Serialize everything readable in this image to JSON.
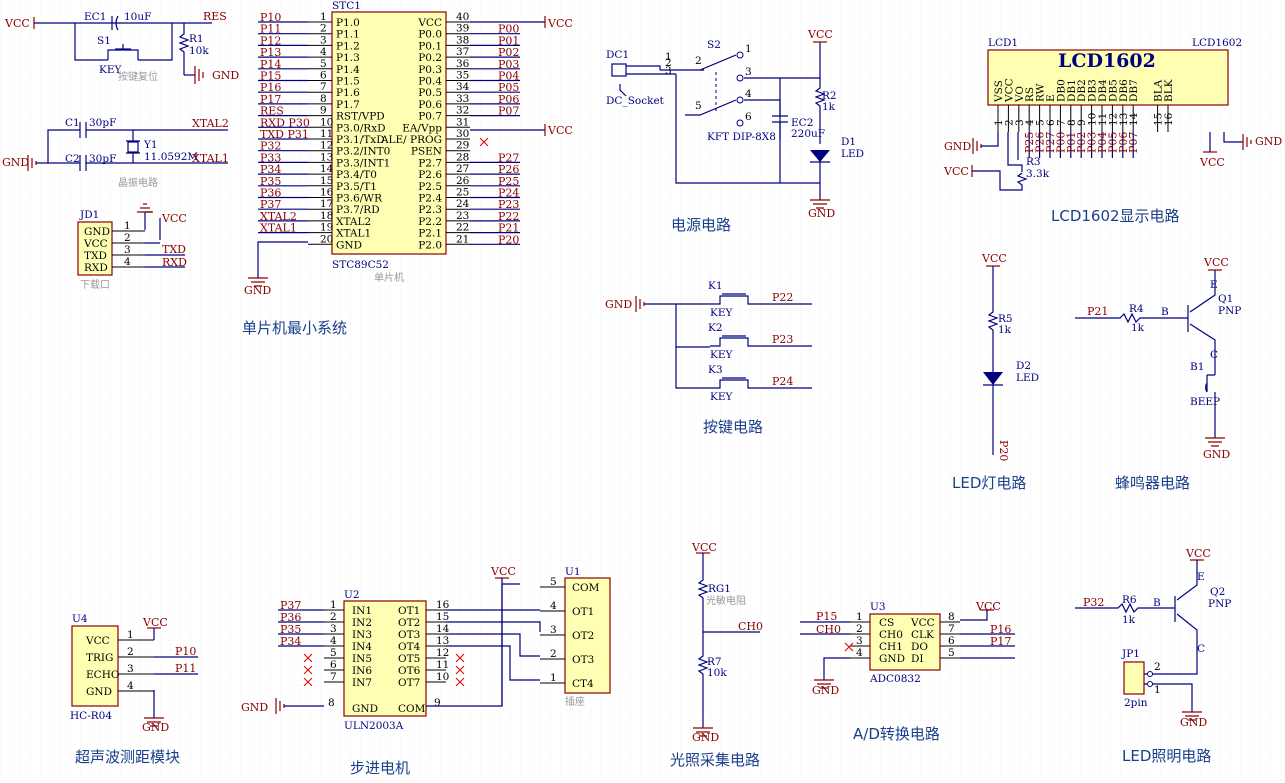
{
  "titles": {
    "mcu": "单片机最小系统",
    "power": "电源电路",
    "lcd": "LCD1602显示电路",
    "keys": "按键电路",
    "led": "LED灯电路",
    "buzzer": "蜂鸣器电路",
    "ultra": "超声波测距模块",
    "stepper": "步进电机",
    "light": "光照采集电路",
    "adc": "A/D转换电路",
    "lighting": "LED照明电路"
  },
  "notes": {
    "reset": "按键复位",
    "crystal": "晶振电路",
    "download": "下载口",
    "mcu": "单片机",
    "socket": "插座",
    "photo": "光敏电阻"
  },
  "power_nets": {
    "vcc": "VCC",
    "gnd": "GND"
  },
  "reset": {
    "ec1": "EC1",
    "ec1_val": "10uF",
    "s1": "S1",
    "key": "KEY",
    "r1": "R1",
    "r1_val": "10k",
    "res": "RES"
  },
  "crystal": {
    "c1": "C1",
    "c2": "C2",
    "cval": "30pF",
    "y1": "Y1",
    "yval": "11.0592M",
    "x2": "XTAL2",
    "x1": "XTAL1"
  },
  "jd1": {
    "ref": "JD1",
    "pins": [
      "GND",
      "VCC",
      "TXD",
      "RXD"
    ],
    "nums": [
      "1",
      "2",
      "3",
      "4"
    ],
    "nets": [
      "TXD",
      "RXD"
    ]
  },
  "mcu": {
    "ref": "STC1",
    "part": "STC89C52",
    "left_pins": [
      {
        "n": "1",
        "name": "P1.0",
        "net": "P10"
      },
      {
        "n": "2",
        "name": "P1.1",
        "net": "P11"
      },
      {
        "n": "3",
        "name": "P1.2",
        "net": "P12"
      },
      {
        "n": "4",
        "name": "P1.3",
        "net": "P13"
      },
      {
        "n": "5",
        "name": "P1.4",
        "net": "P14"
      },
      {
        "n": "6",
        "name": "P1.5",
        "net": "P15"
      },
      {
        "n": "7",
        "name": "P1.6",
        "net": "P16"
      },
      {
        "n": "8",
        "name": "P1.7",
        "net": "P17"
      },
      {
        "n": "9",
        "name": "RST/VPD",
        "net": "RES"
      },
      {
        "n": "10",
        "name": "P3.0/RxD",
        "net": "RXD P30"
      },
      {
        "n": "11",
        "name": "P3.1/TxD",
        "net": "TXD P31"
      },
      {
        "n": "12",
        "name": "P3.2/INT0",
        "net": "P32"
      },
      {
        "n": "13",
        "name": "P3.3/INT1",
        "net": "P33"
      },
      {
        "n": "14",
        "name": "P3.4/T0",
        "net": "P34"
      },
      {
        "n": "15",
        "name": "P3.5/T1",
        "net": "P35"
      },
      {
        "n": "16",
        "name": "P3.6/WR",
        "net": "P36"
      },
      {
        "n": "17",
        "name": "P3.7/RD",
        "net": "P37"
      },
      {
        "n": "18",
        "name": "XTAL2",
        "net": "XTAL2"
      },
      {
        "n": "19",
        "name": "XTAL1",
        "net": "XTAL1"
      },
      {
        "n": "20",
        "name": "GND",
        "net": ""
      }
    ],
    "right_pins": [
      {
        "n": "40",
        "name": "VCC",
        "net": ""
      },
      {
        "n": "39",
        "name": "P0.0",
        "net": "P00"
      },
      {
        "n": "38",
        "name": "P0.1",
        "net": "P01"
      },
      {
        "n": "37",
        "name": "P0.2",
        "net": "P02"
      },
      {
        "n": "36",
        "name": "P0.3",
        "net": "P03"
      },
      {
        "n": "35",
        "name": "P0.4",
        "net": "P04"
      },
      {
        "n": "34",
        "name": "P0.5",
        "net": "P05"
      },
      {
        "n": "33",
        "name": "P0.6",
        "net": "P06"
      },
      {
        "n": "32",
        "name": "P0.7",
        "net": "P07"
      },
      {
        "n": "31",
        "name": "EA/Vpp",
        "net": ""
      },
      {
        "n": "30",
        "name": "ALE/ PROG",
        "net": ""
      },
      {
        "n": "29",
        "name": "PSEN",
        "net": ""
      },
      {
        "n": "28",
        "name": "P2.7",
        "net": "P27"
      },
      {
        "n": "27",
        "name": "P2.6",
        "net": "P26"
      },
      {
        "n": "26",
        "name": "P2.5",
        "net": "P25"
      },
      {
        "n": "25",
        "name": "P2.4",
        "net": "P24"
      },
      {
        "n": "24",
        "name": "P2.3",
        "net": "P23"
      },
      {
        "n": "23",
        "name": "P2.2",
        "net": "P22"
      },
      {
        "n": "22",
        "name": "P2.1",
        "net": "P21"
      },
      {
        "n": "21",
        "name": "P2.0",
        "net": "P20"
      }
    ]
  },
  "power": {
    "dc1": "DC1",
    "dc_socket": "DC_Socket",
    "s2": "S2",
    "sw": "KFT DIP-8X8",
    "r2": "R2",
    "r2_val": "1k",
    "ec2": "EC2",
    "ec2_val": "220uF",
    "d1": "D1",
    "led": "LED",
    "pins": [
      "1",
      "2",
      "3",
      "4",
      "5",
      "6",
      "1",
      "2",
      "3"
    ]
  },
  "lcd": {
    "ref": "LCD1",
    "name": "LCD1602",
    "corner": "LCD1602",
    "pins": [
      "VSS",
      "VCC",
      "VO",
      "RS",
      "RW",
      "E",
      "DB0",
      "DB1",
      "DB2",
      "DB3",
      "DB4",
      "DB5",
      "DB6",
      "DB7",
      "BLA",
      "BLK"
    ],
    "nums": [
      "1",
      "2",
      "3",
      "4",
      "5",
      "6",
      "7",
      "8",
      "9",
      "10",
      "11",
      "12",
      "13",
      "14",
      "15",
      "16"
    ],
    "nets": [
      "P25",
      "P26",
      "P27",
      "P00",
      "P01",
      "P02",
      "P03",
      "P04",
      "P05",
      "P06",
      "P07"
    ],
    "r3": "R3",
    "r3_val": "3.3k"
  },
  "keys": {
    "items": [
      {
        "ref": "K1",
        "net": "P22"
      },
      {
        "ref": "K2",
        "net": "P23"
      },
      {
        "ref": "K3",
        "net": "P24"
      }
    ],
    "key": "KEY"
  },
  "led": {
    "r5": "R5",
    "r5_val": "1k",
    "d2": "D2",
    "led": "LED",
    "net": "P20"
  },
  "buzzer": {
    "q1": "Q1",
    "pnp": "PNP",
    "r4": "R4",
    "r4_val": "1k",
    "net": "P21",
    "b": "B",
    "e": "E",
    "c": "C",
    "b1": "B1",
    "beep": "BEEP"
  },
  "ultra": {
    "ref": "U4",
    "part": "HC-R04",
    "pins": [
      "VCC",
      "TRIG",
      "ECHO",
      "GND"
    ],
    "nums": [
      "1",
      "2",
      "3",
      "4"
    ],
    "nets": [
      "P10",
      "P11"
    ]
  },
  "stepper": {
    "u2": "U2",
    "part": "ULN2003A",
    "ins": [
      "IN1",
      "IN2",
      "IN3",
      "IN4",
      "IN5",
      "IN6",
      "IN7"
    ],
    "outs": [
      "OT1",
      "OT2",
      "OT3",
      "OT4",
      "OT5",
      "OT6",
      "OT7"
    ],
    "lnums": [
      "1",
      "2",
      "3",
      "4",
      "5",
      "6",
      "7"
    ],
    "rnums": [
      "16",
      "15",
      "14",
      "13",
      "12",
      "11",
      "10"
    ],
    "nets": [
      "P37",
      "P36",
      "P35",
      "P34"
    ],
    "gnd": "GND",
    "com": "COM",
    "p8": "8",
    "p9": "9",
    "u1": "U1",
    "u1_pins": [
      "COM",
      "OT1",
      "OT2",
      "OT3",
      "CT4"
    ],
    "u1_nums": [
      "5",
      "4",
      "3",
      "2",
      "1"
    ]
  },
  "light": {
    "rg1": "RG1",
    "r7": "R7",
    "r7_val": "10k",
    "net": "CH0"
  },
  "adc": {
    "ref": "U3",
    "part": "ADC0832",
    "lpins": [
      "CS",
      "CH0",
      "CH1",
      "GND"
    ],
    "rpins": [
      "VCC",
      "CLK",
      "DO",
      "DI"
    ],
    "lnums": [
      "1",
      "2",
      "3",
      "4"
    ],
    "rnums": [
      "8",
      "7",
      "6",
      "5"
    ],
    "nets_l": [
      "P15",
      "CH0"
    ],
    "nets_r": [
      "P16",
      "P17"
    ]
  },
  "lighting": {
    "q2": "Q2",
    "pnp": "PNP",
    "r6": "R6",
    "r6_val": "1k",
    "net": "P32",
    "b": "B",
    "e": "E",
    "c": "C",
    "jp1": "JP1",
    "jp": "2pin",
    "pins": [
      "1",
      "2"
    ]
  }
}
